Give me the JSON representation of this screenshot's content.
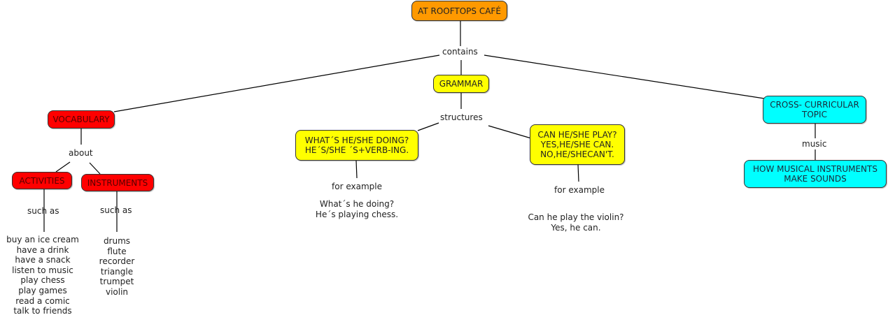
{
  "concept_map": {
    "root": {
      "label": "AT ROOFTOPS CAFÉ",
      "color": "#ff9900"
    },
    "links": {
      "contains": "contains",
      "about": "about",
      "such_as_activities": "such as",
      "such_as_instruments": "such as",
      "structures": "structures",
      "for_example_1": "for example",
      "for_example_2": "for example",
      "music": "music"
    },
    "vocabulary": {
      "label": "VOCABULARY",
      "color": "#ff0000",
      "activities": {
        "label": "ACTIVITIES",
        "items": [
          "buy an ice cream",
          "have a drink",
          "have a snack",
          "listen to music",
          "play chess",
          "play games",
          "read a comic",
          "talk to friends"
        ]
      },
      "instruments": {
        "label": "INSTRUMENTS",
        "items": [
          "drums",
          "flute",
          "recorder",
          "triangle",
          "trumpet",
          "violin"
        ]
      }
    },
    "grammar": {
      "label": "GRAMMAR",
      "color": "#ffff00",
      "structure_1": {
        "lines": [
          "WHAT´S HE/SHE DOING?",
          "HE´S/SHE ´S+VERB-ING."
        ],
        "example": [
          "What´s he doing?",
          "He´s playing chess."
        ]
      },
      "structure_2": {
        "lines": [
          "CAN HE/SHE PLAY?",
          "YES,HE/SHE CAN.",
          "NO,HE/SHECAN'T."
        ],
        "example": [
          "Can he play the violin?",
          "Yes, he can."
        ]
      }
    },
    "cross_curricular": {
      "lines": [
        "CROSS- CURRICULAR",
        "TOPIC"
      ],
      "color": "#00ffff",
      "topic": {
        "lines": [
          "HOW MUSICAL INSTRUMENTS",
          "MAKE SOUNDS"
        ]
      }
    }
  }
}
